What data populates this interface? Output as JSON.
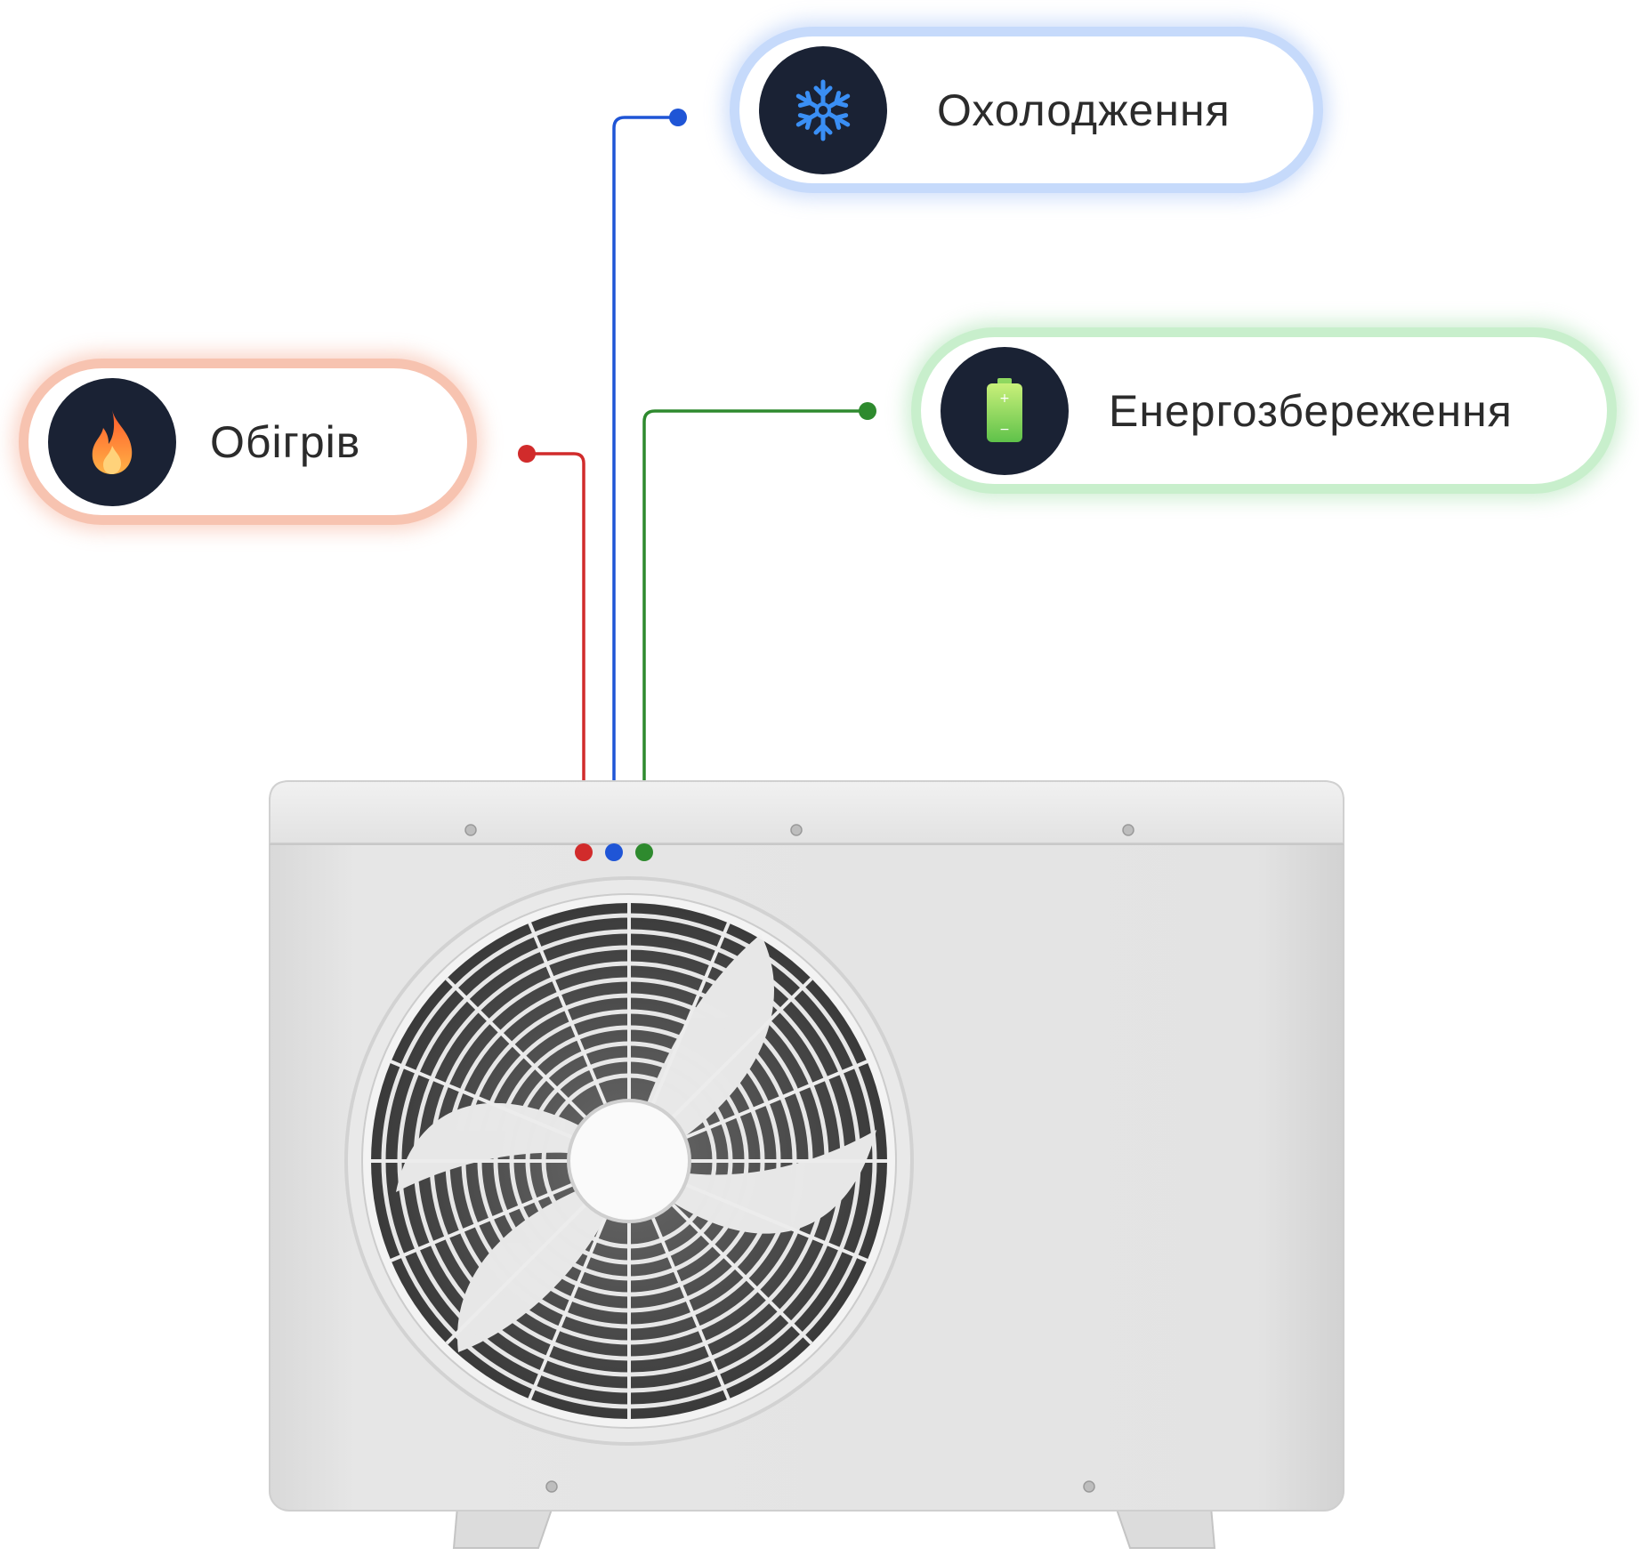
{
  "modes": [
    {
      "key": "heat",
      "label": "Обігрів",
      "icon": "flame-icon",
      "color": "#d12b2b"
    },
    {
      "key": "cool",
      "label": "Охолодження",
      "icon": "snowflake-icon",
      "color": "#1f55d6"
    },
    {
      "key": "eco",
      "label": "Енергозбереження",
      "icon": "battery-icon",
      "color": "#2e8a2e"
    }
  ],
  "device": {
    "icon": "heat-pump-outdoor-unit"
  }
}
